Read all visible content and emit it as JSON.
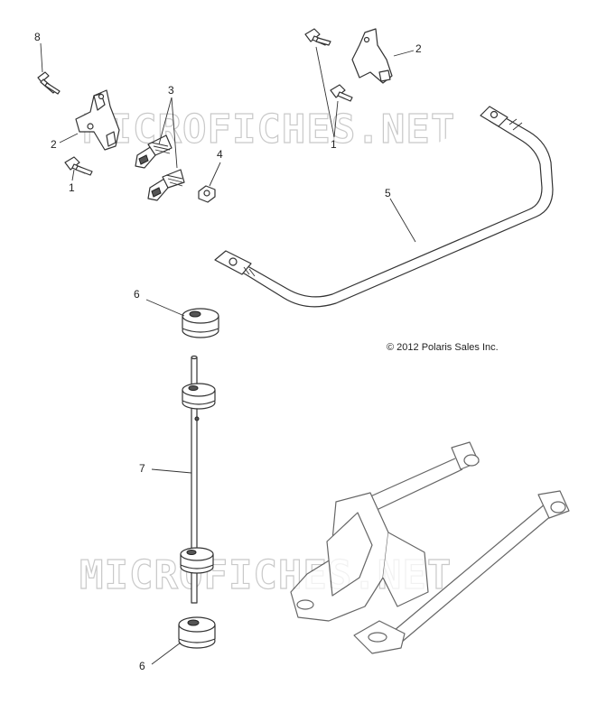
{
  "watermarks": [
    "MICROFICHES.NET",
    "MICROFICHES.NET"
  ],
  "copyright": "© 2012 Polaris Sales Inc.",
  "callouts": {
    "c8": "8",
    "c2_left": "2",
    "c3": "3",
    "c4": "4",
    "c1_left": "1",
    "c1_right": "1",
    "c2_right": "2",
    "c5": "5",
    "c6_top": "6",
    "c7": "7",
    "c6_bottom": "6"
  }
}
